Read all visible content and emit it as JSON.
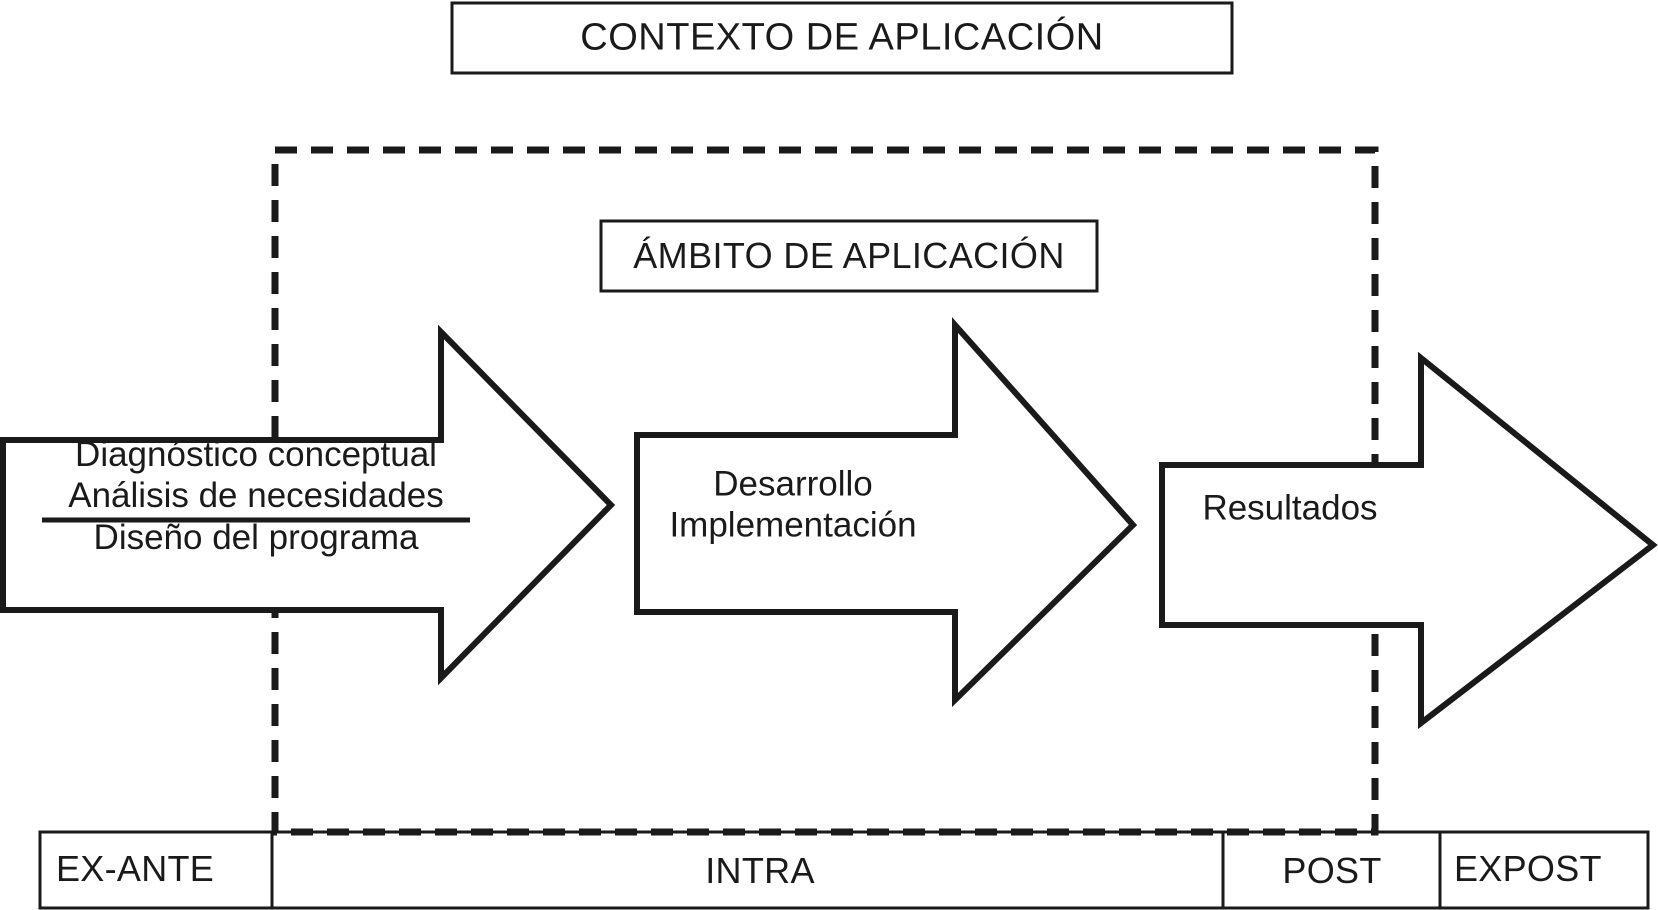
{
  "diagram": {
    "title_banner": {
      "label": "CONTEXTO DE APLICACIÓN"
    },
    "scope_banner": {
      "label": "ÁMBITO DE APLICACIÓN"
    },
    "stages": [
      {
        "id": "stage-1",
        "lines": [
          "Diagnóstico conceptual",
          "Análisis de necesidades",
          "Diseño del programa"
        ],
        "line1": "Diagnóstico conceptual",
        "line2": "Análisis de necesidades",
        "line3": "Diseño del programa"
      },
      {
        "id": "stage-2",
        "lines": [
          "Desarrollo",
          "Implementación"
        ],
        "line1": "Desarrollo",
        "line2": "Implementación"
      },
      {
        "id": "stage-3",
        "lines": [
          "Resultados"
        ],
        "line1": "Resultados"
      }
    ],
    "timeline": {
      "cells": [
        {
          "id": "ex-ante",
          "label": "EX-ANTE"
        },
        {
          "id": "intra",
          "label": "INTRA"
        },
        {
          "id": "post",
          "label": "POST"
        },
        {
          "id": "expost",
          "label": "EXPOST"
        }
      ]
    },
    "colors": {
      "stroke": "#1a1a1a",
      "fill": "#ffffff",
      "background": "#ffffff"
    }
  }
}
